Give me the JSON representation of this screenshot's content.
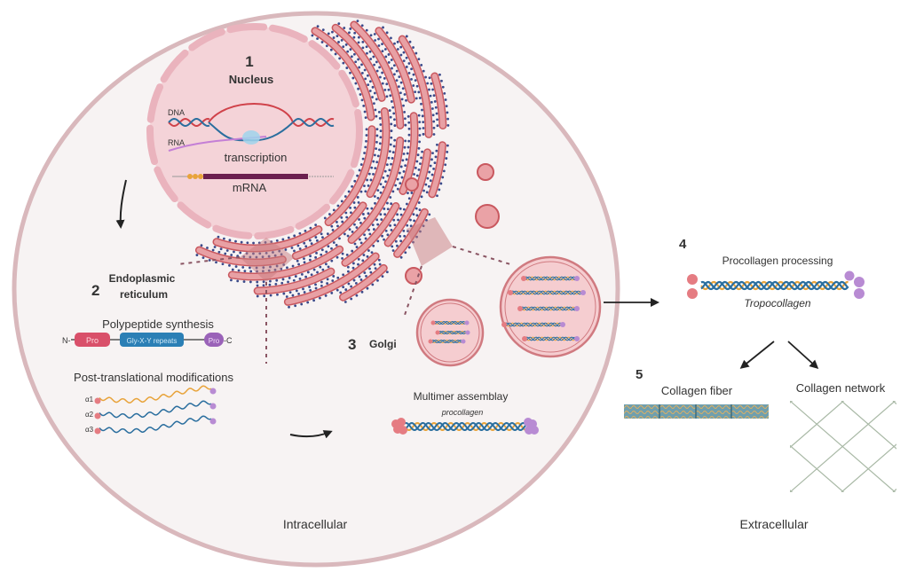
{
  "title": "Collagen biosynthesis pathway",
  "regions": {
    "intracellular": "Intracellular",
    "extracellular": "Extracellular"
  },
  "steps": [
    {
      "number": "1",
      "title": "Nucleus",
      "labels": {
        "dna": "DNA",
        "rna": "RNA",
        "process": "transcription",
        "product": "mRNA"
      }
    },
    {
      "number": "2",
      "title_line1": "Endoplasmic",
      "title_line2": "reticulum",
      "synthesis_label": "Polypeptide synthesis",
      "chain": {
        "n_terminus": "N-",
        "n_propeptide": "Pro",
        "repeat": "Gly-X-Y repeats",
        "c_propeptide": "Pro",
        "c_terminus": "-C"
      },
      "ptm_label": "Post-translational modifications",
      "chains": [
        "α1",
        "α2",
        "α3"
      ]
    },
    {
      "number": "3",
      "title": "Golgi",
      "assembly_label": "Multimer assemblay",
      "product": "procollagen"
    },
    {
      "number": "4",
      "title": "Procollagen processing",
      "product": "Tropocollagen"
    },
    {
      "number": "5",
      "outputs": [
        "Collagen fiber",
        "Collagen network"
      ]
    }
  ],
  "colors": {
    "cell_fill": "#f7f3f3",
    "cell_membrane": "#d9b8bc",
    "nucleus_fill": "#f4d3d8",
    "nuclear_envelope": "#eab3bd",
    "er_fill": "#e8a0a4",
    "er_stroke": "#c9585f",
    "ribosome": "#3b4a8a",
    "strand_blue": "#2a6e9e",
    "strand_orange": "#e8a33a",
    "strand_red": "#d0424a",
    "rna_purple": "#c47fd6",
    "mrna_bar": "#6b1f4f",
    "pro_pink": "#d9506a",
    "repeat_blue": "#2b7fb5",
    "pro_purple": "#9a62b8",
    "n_end_pink": "#e57c82",
    "c_end_purple": "#b88bd3",
    "text": "#333333"
  }
}
